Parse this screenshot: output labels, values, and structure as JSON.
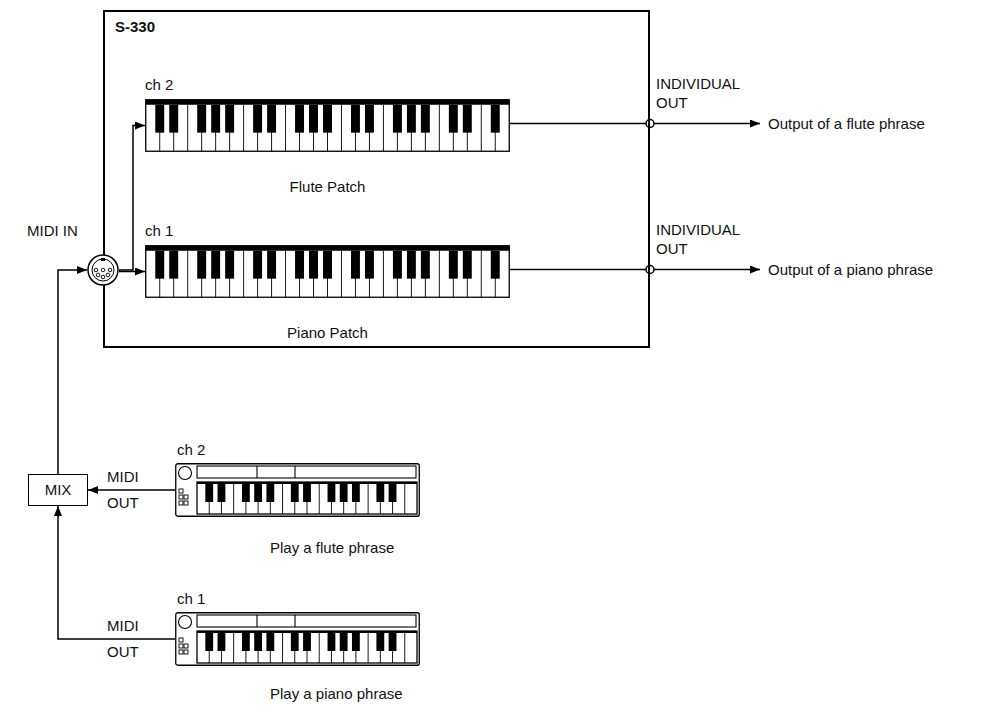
{
  "diagram": {
    "nodes": [
      {
        "text": [
          "S-330"
        ]
      },
      {
        "text": [
          "ch 2",
          "Flute Patch"
        ],
        "in": 0
      },
      {
        "text": [
          "ch 1",
          "Piano Patch"
        ],
        "in": 0
      },
      {
        "text": [
          "MIDI IN"
        ]
      },
      {
        "text": [
          "MIX"
        ]
      },
      {
        "text": [
          "ch 2",
          "MIDI OUT",
          "Play a flute phrase"
        ]
      },
      {
        "text": [
          "ch 1",
          "MIDI OUT",
          "Play a piano phrase"
        ]
      }
    ],
    "edges": [
      {
        "from": 3,
        "to": 1,
        "arrow": "to"
      },
      {
        "from": 3,
        "to": 2,
        "arrow": "to"
      },
      {
        "from": 5,
        "to": 4,
        "arrow": "to"
      },
      {
        "from": 6,
        "to": 4,
        "arrow": "to"
      },
      {
        "from": 4,
        "to": 3,
        "arrow": "to"
      }
    ],
    "labels": [
      "INDIVIDUAL OUT",
      "Output of a flute phrase",
      "INDIVIDUAL OUT",
      "Output of a piano phrase"
    ]
  }
}
